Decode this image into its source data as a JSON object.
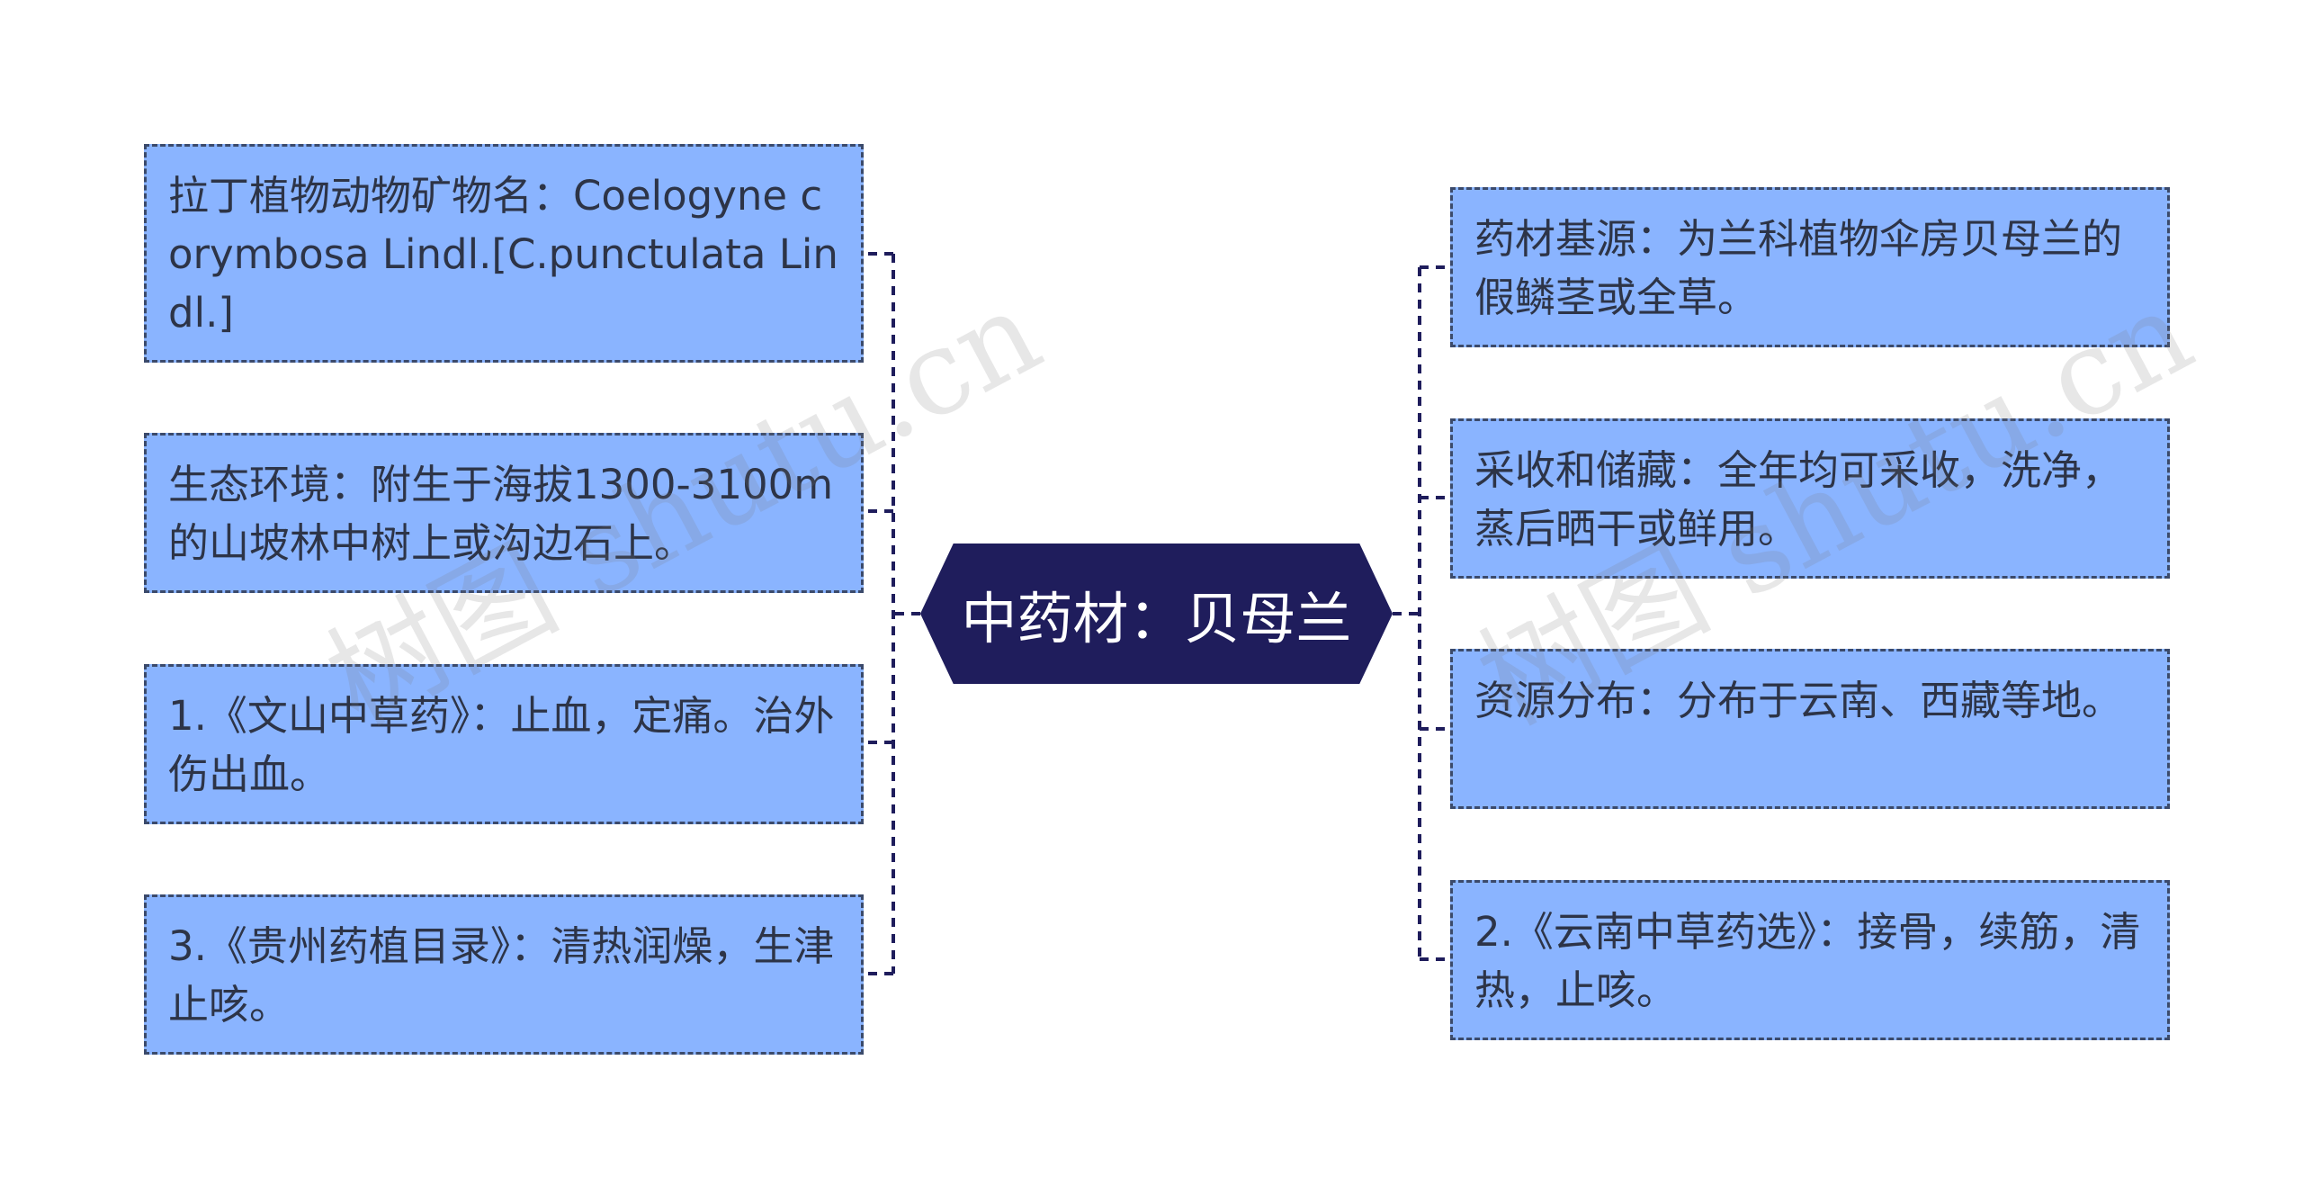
{
  "root": {
    "label": "中药材：贝母兰"
  },
  "left_nodes": [
    {
      "text": "拉丁植物动物矿物名：Coelogyne corymbosa Lindl.[C.punctulata Lindl.]"
    },
    {
      "text": "生态环境：附生于海拔1300-3100m的山坡林中树上或沟边石上。"
    },
    {
      "text": "1.《文山中草药》：止血，定痛。治外伤出血。"
    },
    {
      "text": "3.《贵州药植目录》：清热润燥，生津止咳。"
    }
  ],
  "right_nodes": [
    {
      "text": "药材基源：为兰科植物伞房贝母兰的假鳞茎或全草。"
    },
    {
      "text": "采收和储藏：全年均可采收，洗净，蒸后晒干或鲜用。"
    },
    {
      "text": "资源分布：分布于云南、西藏等地。"
    },
    {
      "text": "2.《云南中草药选》：接骨，续筋，清热，止咳。"
    }
  ],
  "watermarks": [
    "树图 shutu.cn",
    "树图 shutu.cn"
  ],
  "colors": {
    "root_bg": "#1f1d5c",
    "node_bg": "#8ab4ff",
    "connector": "#1f1d5c"
  }
}
